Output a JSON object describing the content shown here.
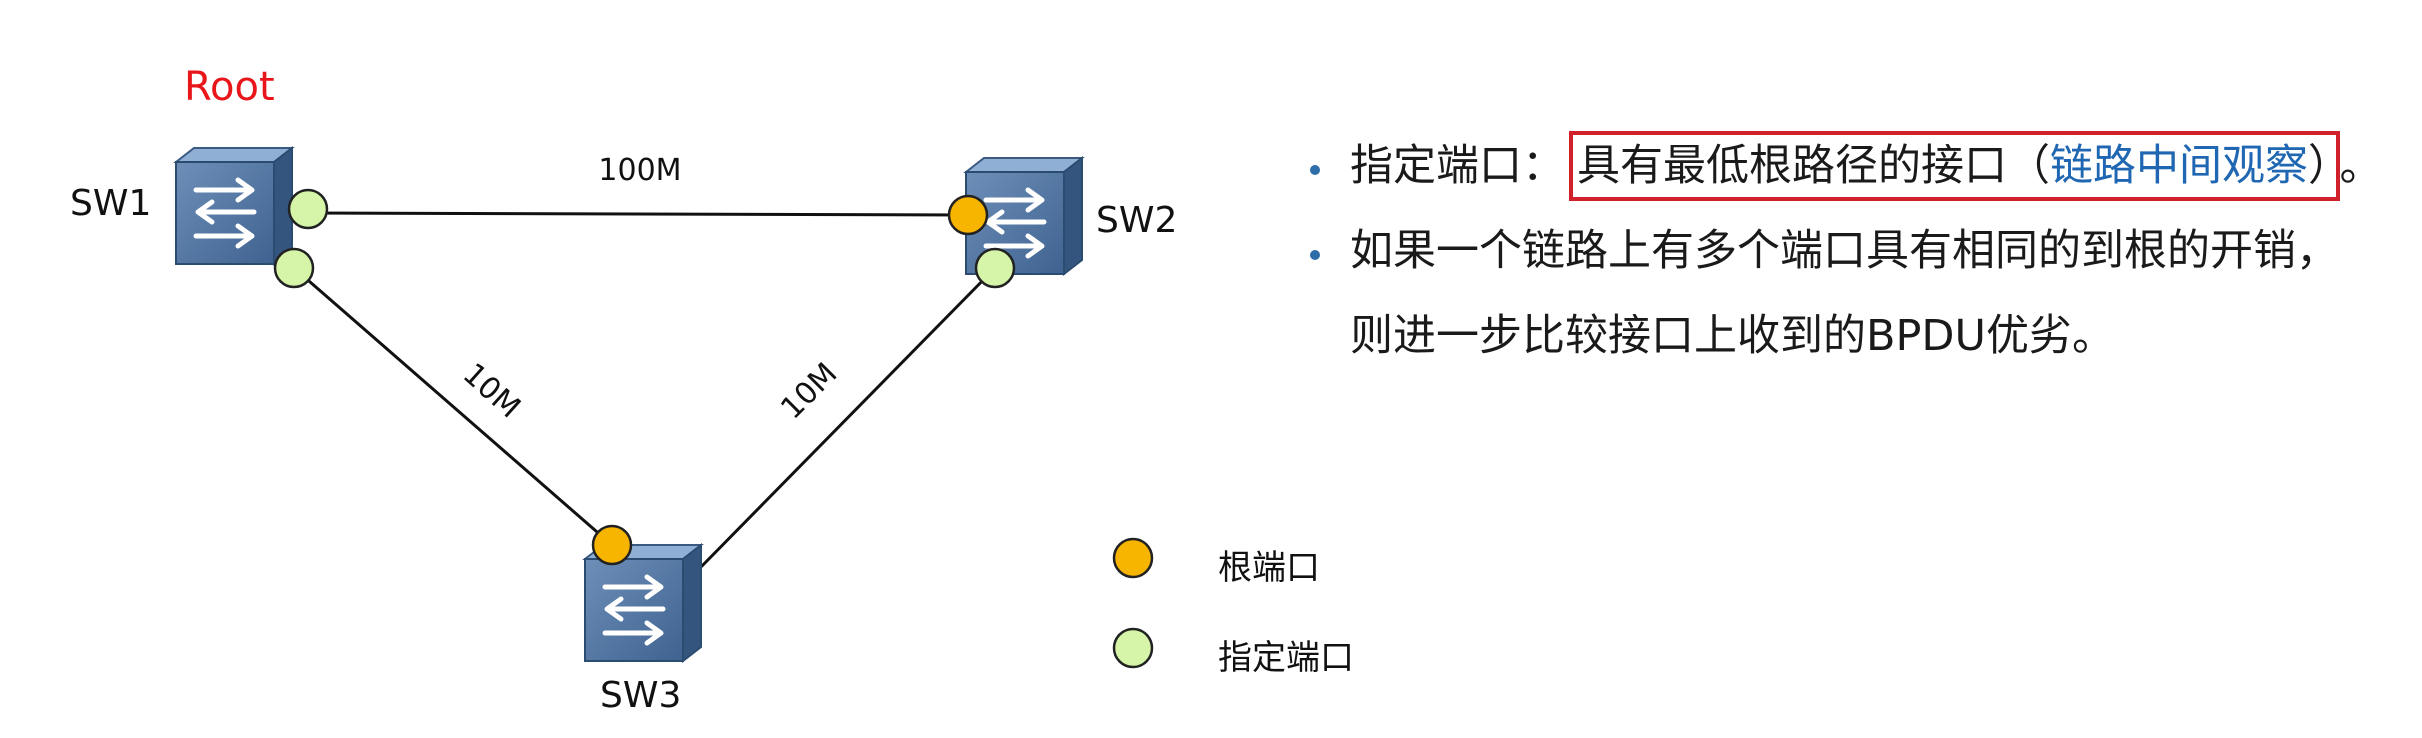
{
  "root_label": "Root",
  "switches": [
    {
      "id": "sw1",
      "label": "SW1"
    },
    {
      "id": "sw2",
      "label": "SW2"
    },
    {
      "id": "sw3",
      "label": "SW3"
    }
  ],
  "links": [
    {
      "from": "SW1",
      "to": "SW2",
      "label": "100M"
    },
    {
      "from": "SW1",
      "to": "SW3",
      "label": "10M"
    },
    {
      "from": "SW2",
      "to": "SW3",
      "label": "10M"
    }
  ],
  "ports": [
    {
      "switch": "SW1",
      "link": "SW1-SW2",
      "role": "指定端口"
    },
    {
      "switch": "SW1",
      "link": "SW1-SW3",
      "role": "指定端口"
    },
    {
      "switch": "SW2",
      "link": "SW1-SW2",
      "role": "根端口"
    },
    {
      "switch": "SW2",
      "link": "SW2-SW3",
      "role": "指定端口"
    },
    {
      "switch": "SW3",
      "link": "SW1-SW3",
      "role": "根端口"
    }
  ],
  "legend": [
    {
      "label": "根端口",
      "color": "#f7b500"
    },
    {
      "label": "指定端口",
      "color": "#d6f5a8"
    }
  ],
  "bullets": {
    "b1_prefix": "指定端口：",
    "b1_hl_a": "具有最低根路径的接口（",
    "b1_hl_b": "链路中间观察",
    "b1_hl_c": "）",
    "b1_suffix": "。",
    "b2_line1": "如果一个链路上有多个端口具有相同的到根的开销，",
    "b2_line2": "则进一步比较接口上收到的BPDU优劣。"
  },
  "colors": {
    "root_port": "#f7b500",
    "designated_port": "#d6f5a8",
    "root_label": "#e8151b",
    "highlight_box": "#d0202a",
    "accent_text": "#1f67b2",
    "switch_body": "#4b6f9a"
  }
}
